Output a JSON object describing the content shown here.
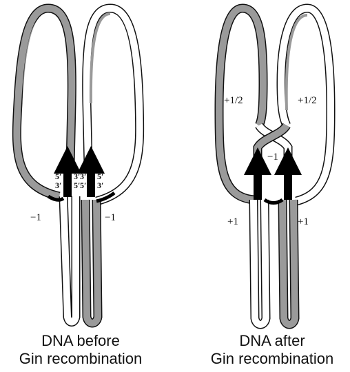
{
  "panels": [
    {
      "caption_line1": "DNA before",
      "caption_line2": "Gin recombination",
      "twist_left": "−1",
      "twist_right": "−1",
      "strand_ends": {
        "left_top": "5′",
        "left_bottom": "3′",
        "mid_top_a": "3′",
        "mid_top_b": "3′",
        "mid_bottom_a": "5′",
        "mid_bottom_b": "5′",
        "right_top": "5′",
        "right_bottom": "3′"
      }
    },
    {
      "caption_line1": "DNA after",
      "caption_line2": "Gin recombination",
      "half_left": "+1/2",
      "half_right": "+1/2",
      "cross": "−1",
      "twist_left": "+1",
      "twist_right": "+1"
    }
  ],
  "colors": {
    "outline": "#111111",
    "shaded_strand": "#9a9a9a",
    "site": "#000000"
  }
}
